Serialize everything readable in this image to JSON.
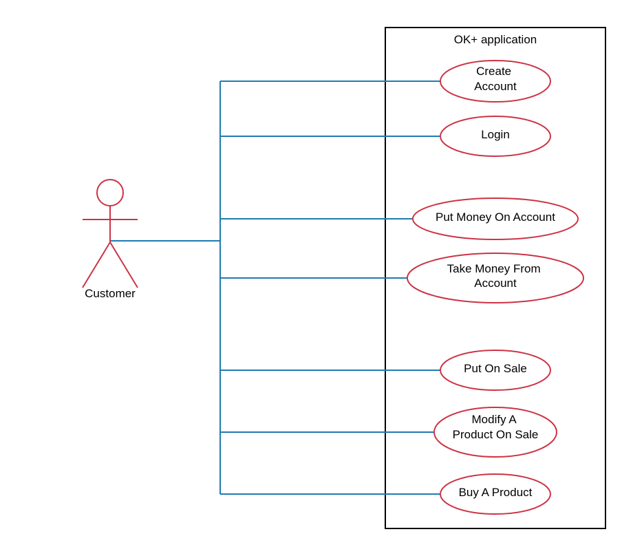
{
  "diagram": {
    "system": {
      "title": "OK+ application"
    },
    "actor": {
      "label": "Customer"
    },
    "use_cases": [
      {
        "id": "create-account",
        "lines": [
          "Create",
          "Account"
        ]
      },
      {
        "id": "login",
        "lines": [
          "Login"
        ]
      },
      {
        "id": "put-money-on-account",
        "lines": [
          "Put Money On Account"
        ]
      },
      {
        "id": "take-money-from-account",
        "lines": [
          "Take Money From",
          "Account"
        ]
      },
      {
        "id": "put-on-sale",
        "lines": [
          "Put On Sale"
        ]
      },
      {
        "id": "modify-a-product-on-sale",
        "lines": [
          "Modify A",
          "Product On Sale"
        ]
      },
      {
        "id": "buy-a-product",
        "lines": [
          "Buy A Product"
        ]
      }
    ]
  },
  "colors": {
    "actor_and_usecase_stroke": "#cc3344",
    "connector": "#1f7bb0",
    "boundary": "#000000"
  }
}
